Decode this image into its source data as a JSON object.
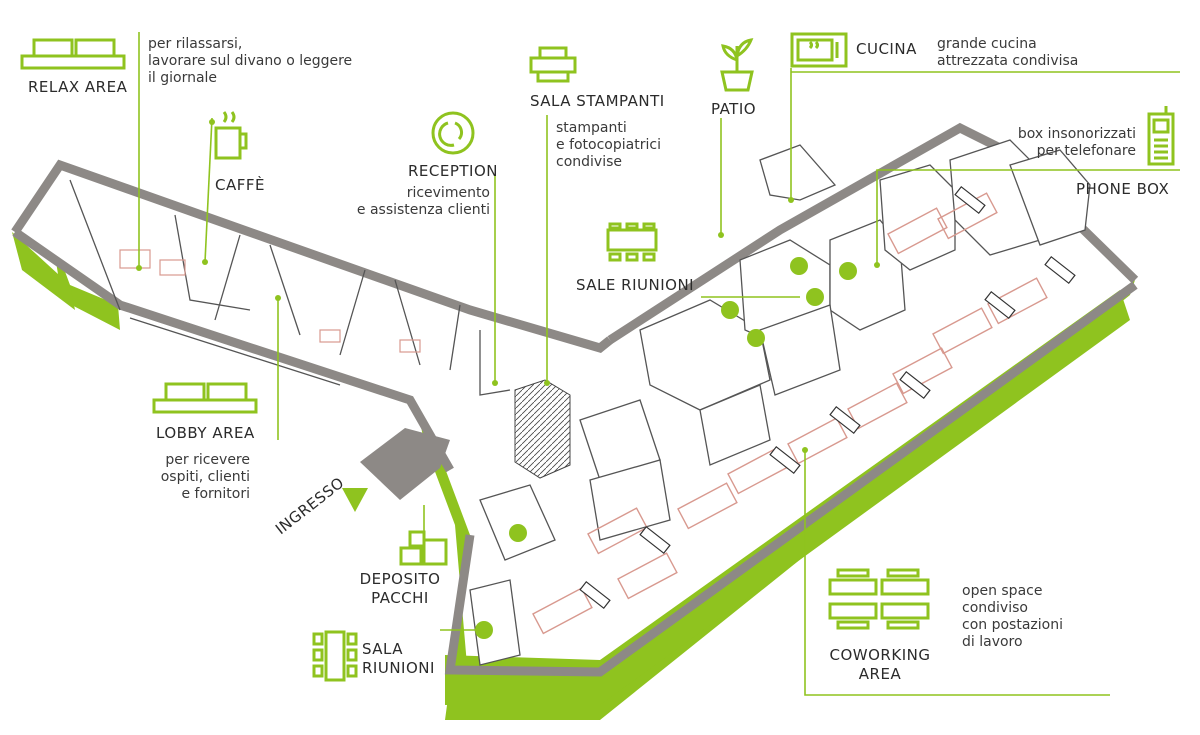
{
  "colors": {
    "accent": "#8fc31f",
    "wall": "#8d8986",
    "line": "#555555",
    "desk": "#d8998f"
  },
  "areas": {
    "relax": {
      "title": "RELAX AREA",
      "desc": [
        "per rilassarsi,",
        "lavorare sul divano o leggere",
        "il giornale"
      ],
      "icon": "sofa-icon"
    },
    "caffe": {
      "title": "CAFFÈ",
      "icon": "coffee-cup-icon"
    },
    "reception": {
      "title": "RECEPTION",
      "desc": [
        "ricevimento",
        "e assistenza clienti"
      ],
      "icon": "reception-icon"
    },
    "stampanti": {
      "title": "SALA STAMPANTI",
      "desc": [
        "stampanti",
        "e fotocopiatrici",
        "condivise"
      ],
      "icon": "printer-icon"
    },
    "patio": {
      "title": "PATIO",
      "icon": "plant-icon"
    },
    "cucina": {
      "title": "CUCINA",
      "desc": [
        "grande cucina",
        "attrezzata condivisa"
      ],
      "icon": "microwave-icon"
    },
    "phonebox": {
      "title": "PHONE BOX",
      "desc": [
        "box insonorizzati",
        "per telefonare"
      ],
      "icon": "phone-icon"
    },
    "sale_riunioni": {
      "title": "SALE RIUNIONI",
      "icon": "meeting-table-icon"
    },
    "lobby": {
      "title": "LOBBY AREA",
      "desc": [
        "per ricevere",
        "ospiti, clienti",
        "e fornitori"
      ],
      "icon": "sofa-icon"
    },
    "ingresso": {
      "title": "INGRESSO",
      "icon": "entrance-arrow-icon"
    },
    "deposito": {
      "title": [
        "DEPOSITO",
        "PACCHI"
      ],
      "icon": "boxes-icon"
    },
    "sala_riunioni": {
      "title": [
        "SALA",
        "RIUNIONI"
      ],
      "icon": "meeting-table-icon"
    },
    "coworking": {
      "title": [
        "COWORKING",
        "AREA"
      ],
      "desc": [
        "open space",
        "condiviso",
        "con postazioni",
        "di lavoro"
      ],
      "icon": "desks-icon"
    }
  }
}
